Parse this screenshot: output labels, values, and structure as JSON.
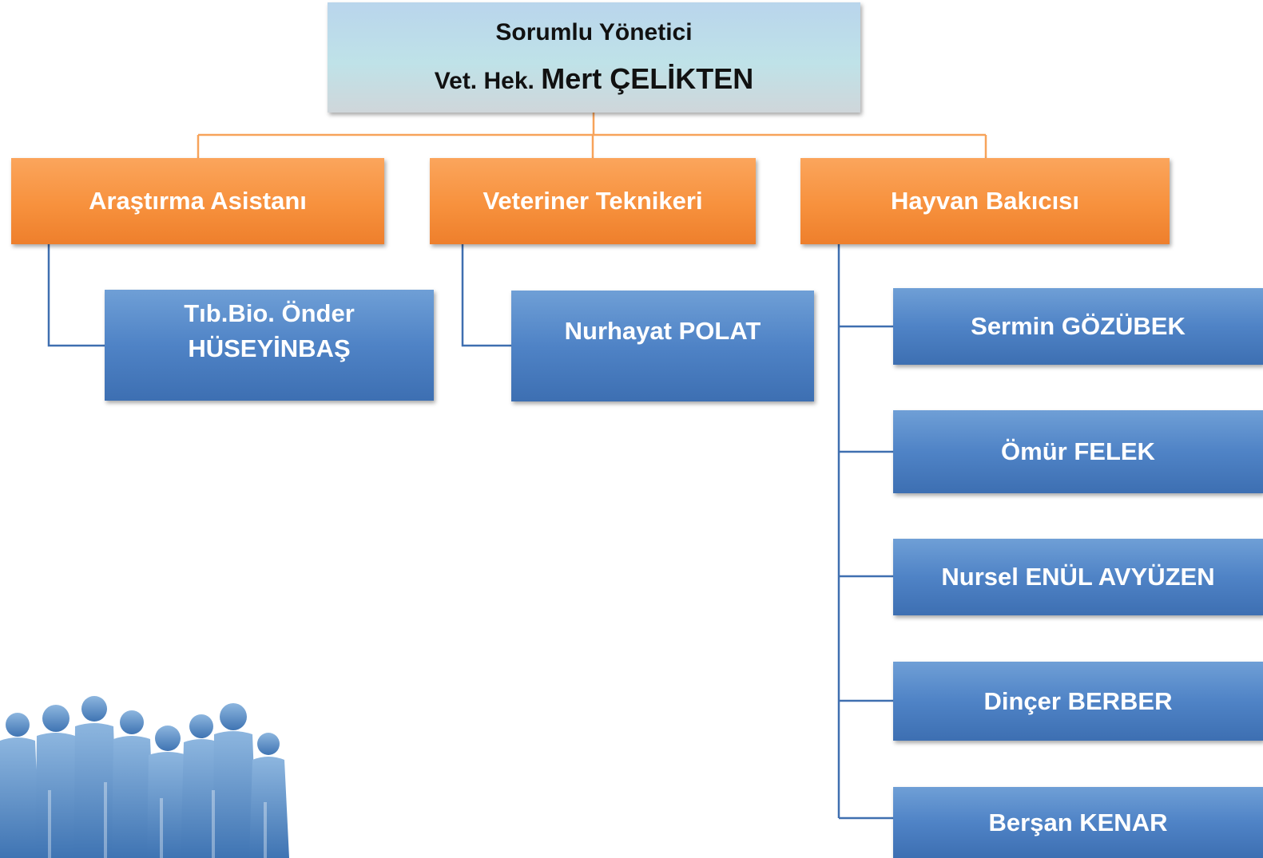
{
  "manager": {
    "title": "Sorumlu Yönetici",
    "name_prefix": "Vet. Hek.",
    "name": "Mert ÇELİKTEN"
  },
  "roles": [
    {
      "label": "Araştırma Asistanı"
    },
    {
      "label": "Veteriner Teknikeri"
    },
    {
      "label": "Hayvan Bakıcısı"
    }
  ],
  "staff": {
    "research_assistant": {
      "line1": "Tıb.Bio. Önder",
      "line2": "HÜSEYİNBAŞ"
    },
    "vet_technician": {
      "name": "Nurhayat POLAT"
    },
    "animal_keepers": [
      "Sermin GÖZÜBEK",
      "Ömür FELEK",
      "Nursel ENÜL AVYÜZEN",
      "Dinçer BERBER",
      "Berşan KENAR"
    ]
  },
  "colors": {
    "connector_orange": "#f7a35a",
    "connector_blue": "#3f6fb0",
    "role_orange": "#f7913d",
    "staff_blue": "#4f83c6",
    "manager_bg": "#bfe2e8",
    "crowd_blue": "#4f86c1"
  }
}
